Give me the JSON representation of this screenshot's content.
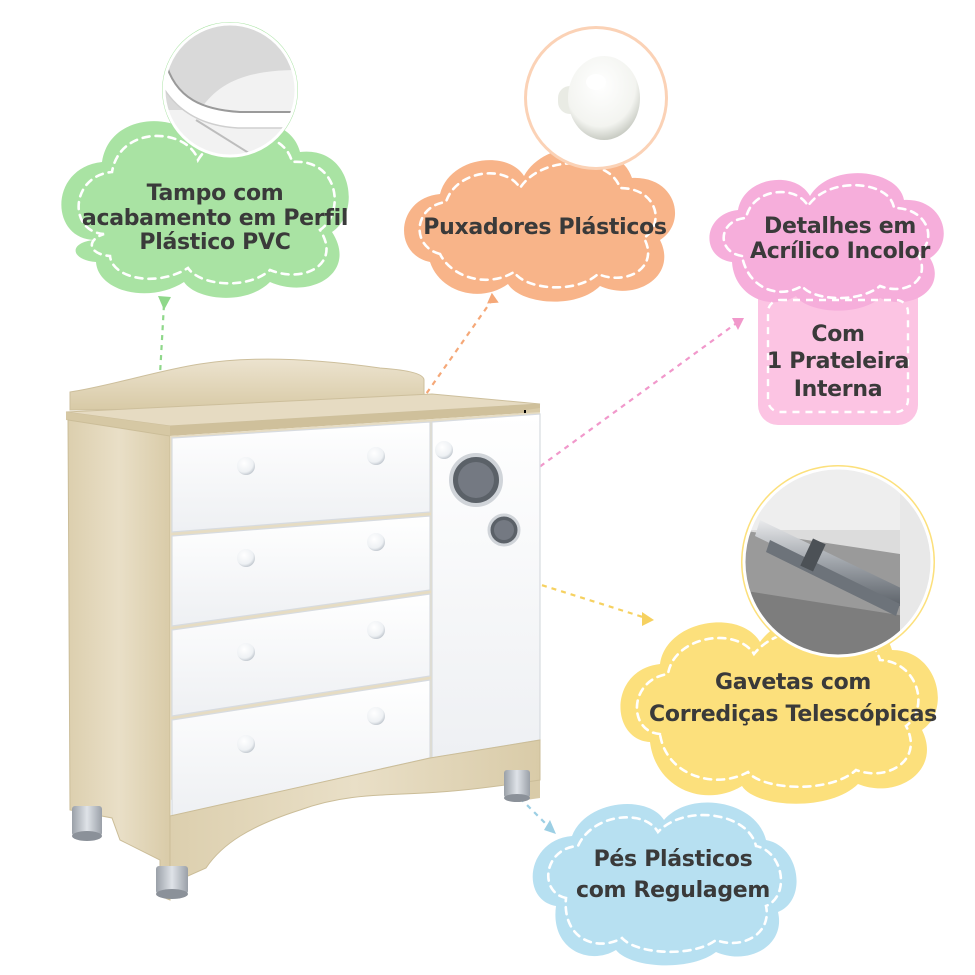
{
  "callouts": {
    "top": {
      "lines": [
        "Tampo com",
        "acabamento em Perfil",
        "Plástico PVC"
      ],
      "color": "#a8e2a2",
      "icon": "pvc-edge-closeup"
    },
    "handles": {
      "lines": [
        "Puxadores Plásticos"
      ],
      "color": "#f9b68a",
      "icon": "plastic-knob-closeup"
    },
    "acrylic": {
      "lines": [
        "Detalhes em",
        "Acrílico Incolor"
      ],
      "color": "#f7b2dc",
      "icon": "none"
    },
    "shelf": {
      "lines": [
        "Com",
        "1 Prateleira",
        "Interna"
      ],
      "color": "#fbc6e4"
    },
    "slides": {
      "lines": [
        "Gavetas com",
        "Corrediças Telescópicas"
      ],
      "color": "#fbe07a",
      "icon": "telescopic-slide-closeup"
    },
    "feet": {
      "lines": [
        "Pés Plásticos",
        "com Regulagem"
      ],
      "color": "#b6dff0",
      "icon": "none"
    }
  },
  "product": {
    "name": "dresser",
    "wood_color": "#e7dcc2",
    "front_color": "#ffffff",
    "drawer_count": 4,
    "door_count": 1
  }
}
